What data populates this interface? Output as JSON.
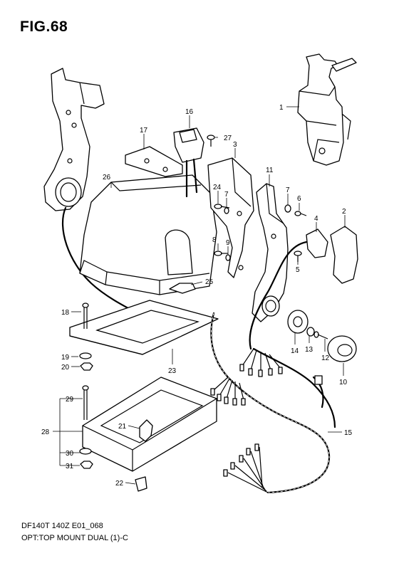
{
  "figure": {
    "title": "FIG.68",
    "model": "DF140T 140Z E01_068",
    "description": "OPT:TOP MOUNT DUAL (1)-C"
  },
  "callouts": [
    {
      "id": "1",
      "text": "1"
    },
    {
      "id": "2",
      "text": "2"
    },
    {
      "id": "3",
      "text": "3"
    },
    {
      "id": "4",
      "text": "4"
    },
    {
      "id": "5",
      "text": "5"
    },
    {
      "id": "6",
      "text": "6"
    },
    {
      "id": "7a",
      "text": "7"
    },
    {
      "id": "7b",
      "text": "7"
    },
    {
      "id": "8",
      "text": "8"
    },
    {
      "id": "9",
      "text": "9"
    },
    {
      "id": "10",
      "text": "10"
    },
    {
      "id": "11",
      "text": "11"
    },
    {
      "id": "12",
      "text": "12"
    },
    {
      "id": "13",
      "text": "13"
    },
    {
      "id": "14",
      "text": "14"
    },
    {
      "id": "15",
      "text": "15"
    },
    {
      "id": "16",
      "text": "16"
    },
    {
      "id": "17",
      "text": "17"
    },
    {
      "id": "18",
      "text": "18"
    },
    {
      "id": "19",
      "text": "19"
    },
    {
      "id": "20",
      "text": "20"
    },
    {
      "id": "21",
      "text": "21"
    },
    {
      "id": "22",
      "text": "22"
    },
    {
      "id": "23",
      "text": "23"
    },
    {
      "id": "24",
      "text": "24"
    },
    {
      "id": "25",
      "text": "25"
    },
    {
      "id": "26",
      "text": "26"
    },
    {
      "id": "27",
      "text": "27"
    },
    {
      "id": "28",
      "text": "28"
    },
    {
      "id": "29",
      "text": "29"
    },
    {
      "id": "30",
      "text": "30"
    },
    {
      "id": "31",
      "text": "31"
    }
  ]
}
